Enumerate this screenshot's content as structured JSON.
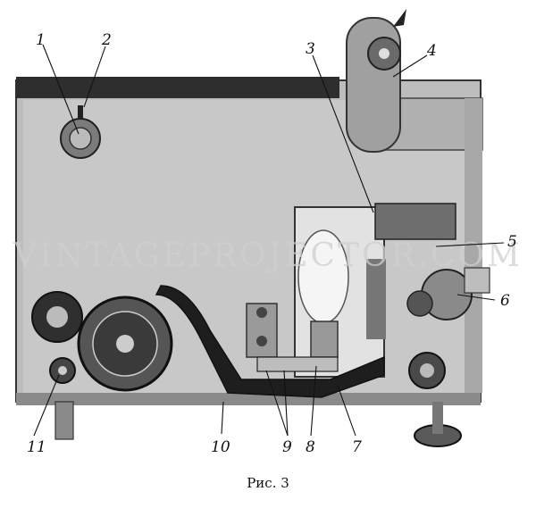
{
  "caption": "Рис. 3",
  "watermark": "VINTAGEPROJECTOR.COM",
  "callouts": [
    "1",
    "2",
    "3",
    "4",
    "5",
    "6",
    "7",
    "8",
    "9",
    "10",
    "11"
  ]
}
